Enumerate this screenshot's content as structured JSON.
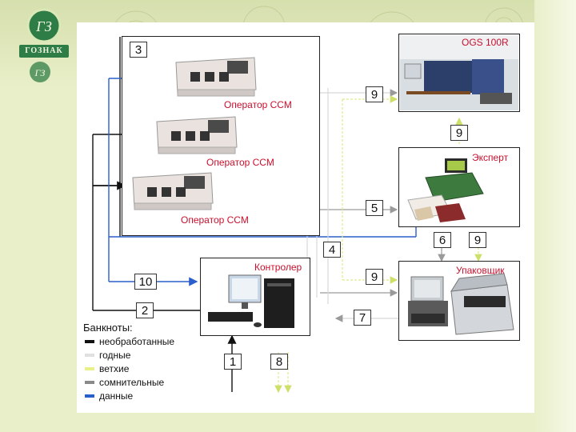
{
  "logo": {
    "text": "ГОЗНАК"
  },
  "boxes": {
    "b3": "3",
    "sorter_label": "Оператор ССМ",
    "controller_label": "Контролер",
    "ogs_label": "OGS 100R",
    "expert_label": "Эксперт",
    "packer_label": "Упаковщик"
  },
  "numbers": {
    "n1": "1",
    "n2": "2",
    "n4": "4",
    "n5": "5",
    "n6": "6",
    "n7": "7",
    "n8": "8",
    "n9": "9",
    "n10": "10"
  },
  "legend": {
    "title": "Банкноты:",
    "items": [
      {
        "label": "необработанные",
        "color": "#111111"
      },
      {
        "label": "годные",
        "color": "#e0e0e0"
      },
      {
        "label": "ветхие",
        "color": "#e8f08a"
      },
      {
        "label": "сомнительные",
        "color": "#8a8a8a"
      },
      {
        "label": "данные",
        "color": "#2b5fc9"
      }
    ]
  }
}
